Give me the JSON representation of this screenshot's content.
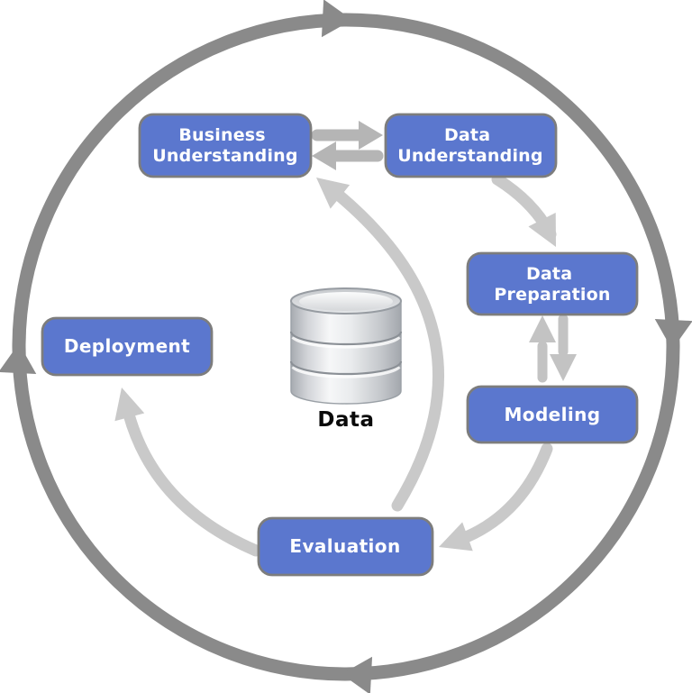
{
  "diagram": {
    "type": "process-cycle",
    "nodes": [
      {
        "id": "business-understanding",
        "lines": [
          "Business",
          "Understanding"
        ]
      },
      {
        "id": "data-understanding",
        "lines": [
          "Data",
          "Understanding"
        ]
      },
      {
        "id": "data-preparation",
        "lines": [
          "Data",
          "Preparation"
        ]
      },
      {
        "id": "modeling",
        "lines": [
          "Modeling"
        ]
      },
      {
        "id": "evaluation",
        "lines": [
          "Evaluation"
        ]
      },
      {
        "id": "deployment",
        "lines": [
          "Deployment"
        ]
      }
    ],
    "center": {
      "icon": "database-icon",
      "label": "Data"
    },
    "edges": [
      {
        "from": "business-understanding",
        "to": "data-understanding",
        "bidirectional": true
      },
      {
        "from": "data-understanding",
        "to": "data-preparation",
        "bidirectional": false
      },
      {
        "from": "data-preparation",
        "to": "modeling",
        "bidirectional": true
      },
      {
        "from": "modeling",
        "to": "evaluation",
        "bidirectional": false
      },
      {
        "from": "evaluation",
        "to": "business-understanding",
        "bidirectional": false
      },
      {
        "from": "evaluation",
        "to": "deployment",
        "bidirectional": false
      }
    ],
    "outer_cycle": {
      "shape": "circle",
      "direction": "clockwise",
      "arrowheads": 4
    },
    "colors": {
      "node_fill": "#5b77ce",
      "node_border": "#7d7d7d",
      "node_text": "#ffffff",
      "outer_ring": "#8a8a8a",
      "arrow_horizontal_pair": "#b5b5b5",
      "arrow_vertical_pair": "#c3c3c3",
      "arrow_curved": "#c9c9c9",
      "data_label": "#0a0a0a",
      "background": "#ffffff"
    }
  }
}
